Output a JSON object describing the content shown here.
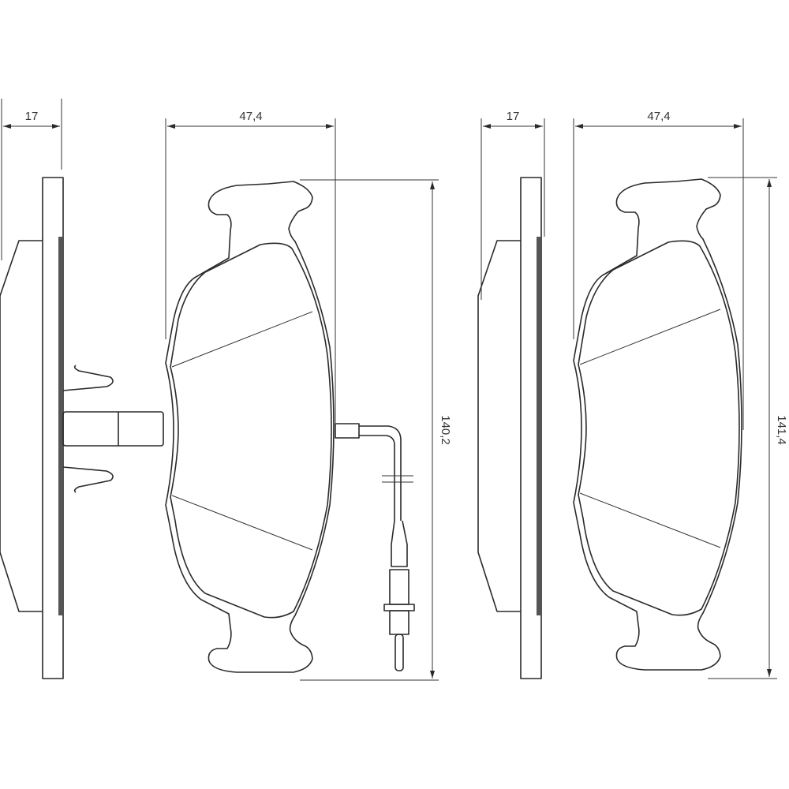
{
  "left_pad": {
    "thickness_label": "17",
    "width_label": "47,4",
    "height_label": "140,2",
    "has_wear_sensor": true
  },
  "right_pad": {
    "thickness_label": "17",
    "width_label": "47,4",
    "height_label": "141,4",
    "has_wear_sensor": false
  },
  "colors": {
    "line": "#2a2a2a",
    "background": "#ffffff"
  }
}
